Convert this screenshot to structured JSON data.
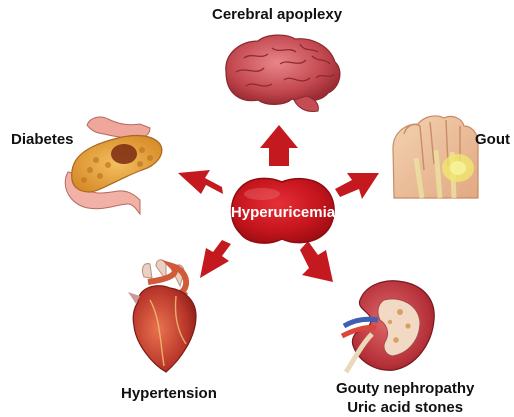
{
  "center": {
    "label": "Hyperuricemia"
  },
  "nodes": {
    "cerebral": {
      "label": "Cerebral apoplexy",
      "icon": "brain-icon"
    },
    "diabetes": {
      "label": "Diabetes",
      "icon": "pancreas-stomach-icon"
    },
    "gout": {
      "label": "Gout",
      "icon": "foot-joint-icon"
    },
    "hypertension": {
      "label": "Hypertension",
      "icon": "heart-icon"
    },
    "nephropathy": {
      "label_line1": "Gouty nephropathy",
      "label_line2": "Uric acid stones",
      "icon": "kidney-icon"
    }
  },
  "colors": {
    "accent": "#c0161c",
    "arrow": "#c41a1f"
  }
}
